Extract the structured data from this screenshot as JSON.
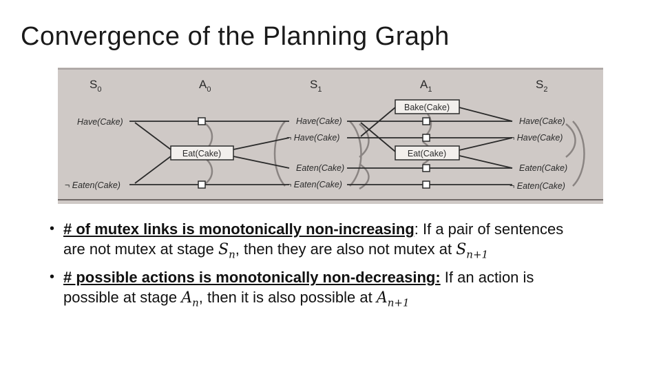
{
  "title": "Convergence of the Planning Graph",
  "diagram": {
    "levels": [
      {
        "base": "S",
        "sub": "0"
      },
      {
        "base": "A",
        "sub": "0"
      },
      {
        "base": "S",
        "sub": "1"
      },
      {
        "base": "A",
        "sub": "1"
      },
      {
        "base": "S",
        "sub": "2"
      }
    ],
    "s0_literals": [
      "Have(Cake)",
      "¬ Eaten(Cake)"
    ],
    "a0_actions": [
      "Eat(Cake)"
    ],
    "s1_literals": [
      "Have(Cake)",
      "¬ Have(Cake)",
      "Eaten(Cake)",
      "¬ Eaten(Cake)"
    ],
    "a1_actions": [
      "Bake(Cake)",
      "Eat(Cake)"
    ],
    "s2_literals": [
      "Have(Cake)",
      "¬ Have(Cake)",
      "Eaten(Cake)",
      "¬ Eaten(Cake)"
    ],
    "colors": {
      "background": "#cfc9c6",
      "line": "#2a2a2a",
      "mutex": "#8a8482"
    }
  },
  "bullets": [
    {
      "heading": "# of mutex links is monotonically non-increasing",
      "parts": [
        ": If a pair of sentences are not mutex at stage ",
        "S",
        "n",
        ", then they are also not mutex at ",
        "S",
        "n+1"
      ]
    },
    {
      "heading": "# possible actions is monotonically non-decreasing:",
      "parts": [
        " If an action is possible at stage ",
        "A",
        "n",
        ", then it is also possible at ",
        "A",
        "n+1"
      ]
    }
  ]
}
